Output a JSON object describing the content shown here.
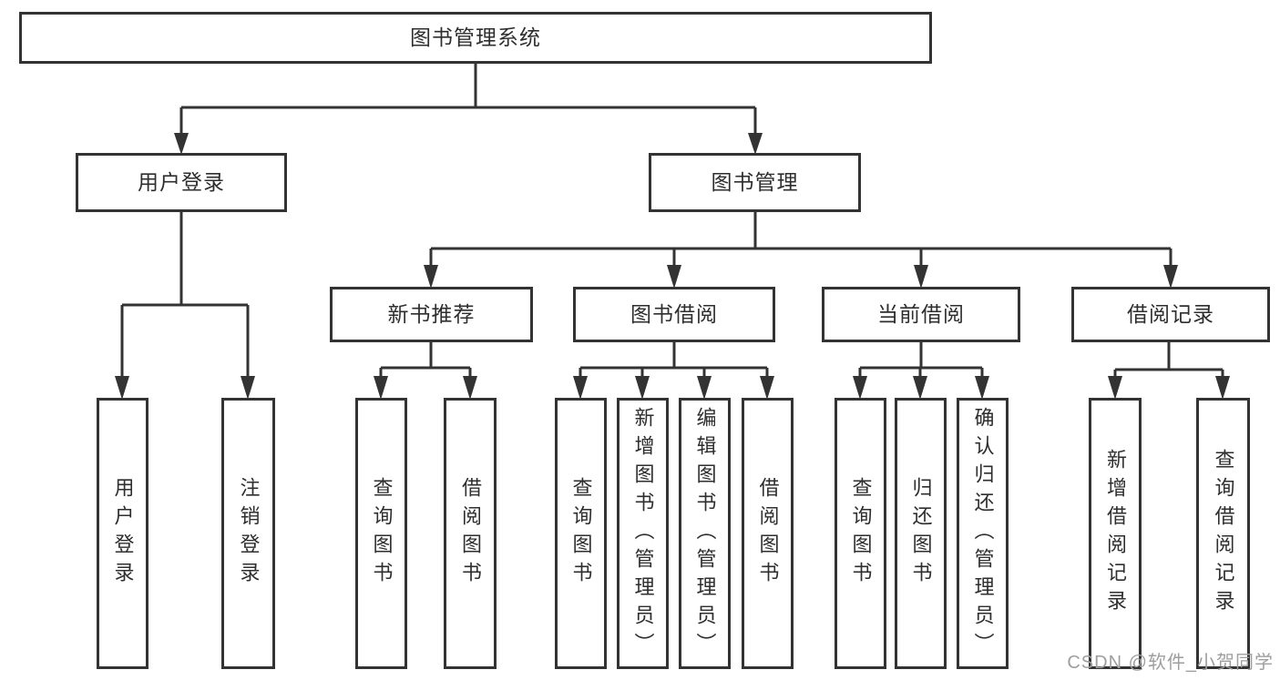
{
  "tree": {
    "root": {
      "label": "图书管理系统",
      "children": [
        {
          "label": "用户登录",
          "children": [
            {
              "label": "用户登录"
            },
            {
              "label": "注销登录"
            }
          ]
        },
        {
          "label": "图书管理",
          "children": [
            {
              "label": "新书推荐",
              "children": [
                {
                  "label": "查询图书"
                },
                {
                  "label": "借阅图书"
                }
              ]
            },
            {
              "label": "图书借阅",
              "children": [
                {
                  "label": "查询图书"
                },
                {
                  "label": "新增图书（管理员）"
                },
                {
                  "label": "编辑图书（管理员）"
                },
                {
                  "label": "借阅图书"
                }
              ]
            },
            {
              "label": "当前借阅",
              "children": [
                {
                  "label": "查询图书"
                },
                {
                  "label": "归还图书"
                },
                {
                  "label": "确认归还（管理员）"
                }
              ]
            },
            {
              "label": "借阅记录",
              "children": [
                {
                  "label": "新增借阅记录"
                },
                {
                  "label": "查询借阅记录"
                }
              ]
            }
          ]
        }
      ]
    }
  },
  "watermark": {
    "text": "CSDN @软件_小贺同学"
  },
  "colors": {
    "line": "#333333",
    "text": "#2e2e2e",
    "watermark": "#9e9e9e",
    "background": "#ffffff"
  }
}
